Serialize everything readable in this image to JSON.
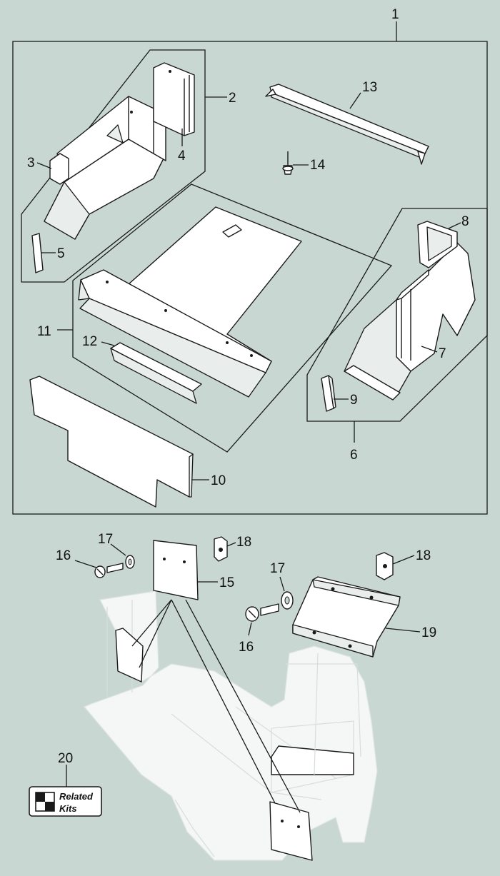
{
  "callouts": {
    "c1": "1",
    "c2": "2",
    "c3": "3",
    "c4": "4",
    "c5": "5",
    "c6": "6",
    "c7": "7",
    "c8": "8",
    "c9": "9",
    "c10": "10",
    "c11": "11",
    "c12": "12",
    "c13": "13",
    "c14": "14",
    "c15": "15",
    "c16a": "16",
    "c16b": "16",
    "c17a": "17",
    "c17b": "17",
    "c18a": "18",
    "c18b": "18",
    "c19": "19",
    "c20": "20"
  },
  "related_kits": {
    "line1": "Related",
    "line2": "Kits"
  },
  "colors": {
    "background": "#c8d7d1",
    "part_fill": "#ffffff",
    "line": "#1a1a1a"
  }
}
